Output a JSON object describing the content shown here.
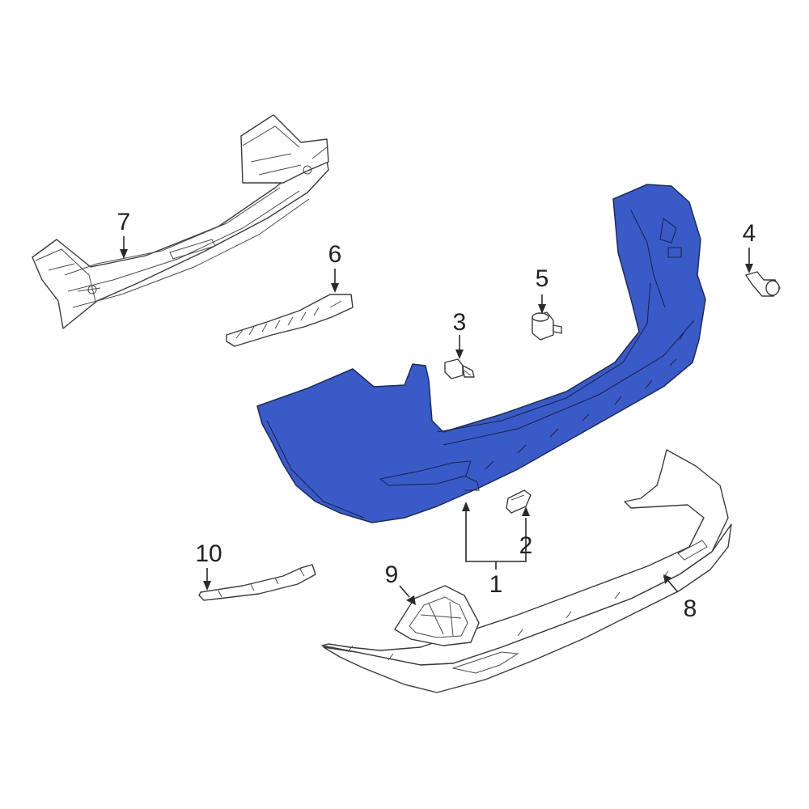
{
  "colors": {
    "bumper_fill": "#3a5bc7",
    "line": "#2a2a2a",
    "background": "#ffffff"
  },
  "callouts": {
    "c1": "1",
    "c2": "2",
    "c3": "3",
    "c4": "4",
    "c5": "5",
    "c6": "6",
    "c7": "7",
    "c8": "8",
    "c9": "9",
    "c10": "10"
  },
  "parts": {
    "p1": "bumper-cover",
    "p2": "bracket-clip",
    "p3": "bolt",
    "p4": "bolt",
    "p5": "grommet-bolt",
    "p6": "side-bracket",
    "p7": "reinforcement-bar",
    "p8": "lower-valance",
    "p9": "exhaust-bezel",
    "p10": "trim-strip"
  }
}
